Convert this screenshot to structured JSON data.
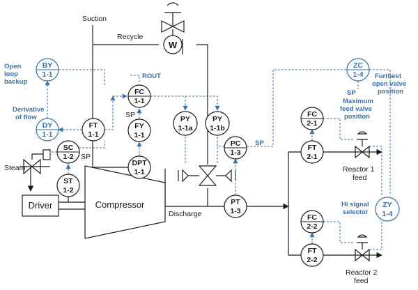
{
  "colors": {
    "process": "#1a1a1a",
    "signal": "#3a6fa8"
  },
  "instruments": [
    {
      "id": "BY",
      "sub": "1-1",
      "color": "signal"
    },
    {
      "id": "DY",
      "sub": "1-1",
      "color": "signal"
    },
    {
      "id": "FC",
      "sub": "1-1",
      "color": "process"
    },
    {
      "id": "FY",
      "sub": "1-1",
      "color": "process"
    },
    {
      "id": "FT",
      "sub": "1-1",
      "color": "process"
    },
    {
      "id": "SC",
      "sub": "1-2",
      "color": "process"
    },
    {
      "id": "ST",
      "sub": "1-2",
      "color": "process"
    },
    {
      "id": "DPT",
      "sub": "1-1",
      "color": "process"
    },
    {
      "id": "PY",
      "sub": "1-1a",
      "color": "process"
    },
    {
      "id": "PY",
      "sub": "1-1b",
      "color": "process"
    },
    {
      "id": "PC",
      "sub": "1-3",
      "color": "process"
    },
    {
      "id": "PT",
      "sub": "1-3",
      "color": "process"
    },
    {
      "id": "ZC",
      "sub": "1-4",
      "color": "signal"
    },
    {
      "id": "ZY",
      "sub": "1-4",
      "color": "signal"
    },
    {
      "id": "FC",
      "sub": "2-1",
      "color": "process"
    },
    {
      "id": "FT",
      "sub": "2-1",
      "color": "process"
    },
    {
      "id": "FC",
      "sub": "2-2",
      "color": "process"
    },
    {
      "id": "FT",
      "sub": "2-2",
      "color": "process"
    }
  ],
  "labels": {
    "suction": "Suction",
    "recycle": "Recycle",
    "rout": "ROUT",
    "sp": "SP",
    "steam": "Steam",
    "driver": "Driver",
    "compressor": "Compressor",
    "discharge": "Discharge",
    "fan": "W",
    "open_loop_backup": [
      "Open",
      "loop",
      "backup"
    ],
    "derivative_of_flow": [
      "Derivative",
      "of flow"
    ],
    "maximum_feed_valve_position": [
      "Maximum",
      "feed valve",
      "position"
    ],
    "furthest_open_valve_position": [
      "Furthest",
      "open valve",
      "position"
    ],
    "hi_signal_selector": [
      "Hi signal",
      "selector"
    ],
    "reactor_1_feed": [
      "Reactor 1",
      "feed"
    ],
    "reactor_2_feed": [
      "Reactor 2",
      "feed"
    ]
  }
}
